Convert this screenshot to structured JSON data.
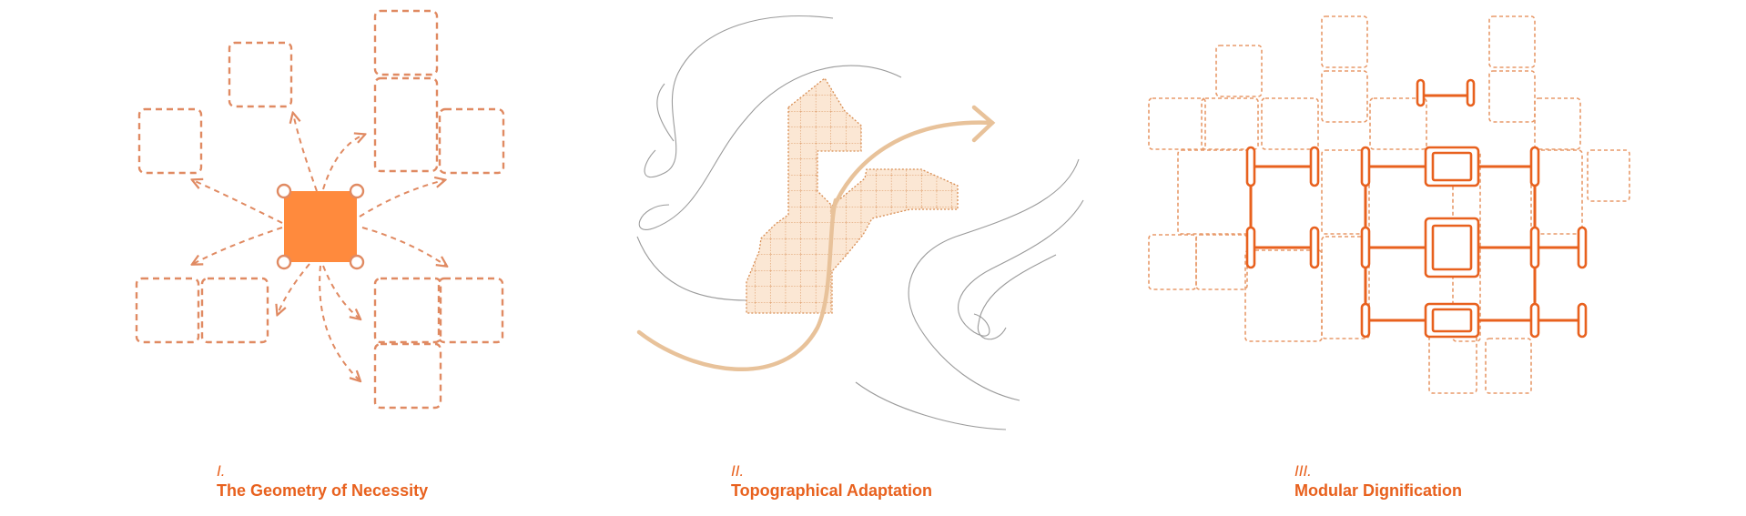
{
  "colors": {
    "accent": "#e8611e",
    "dashed_outline": "#e08a62",
    "central_fill": "#ff8a3d",
    "tan_arrow": "#e8c29a",
    "contour": "#9b9b9b",
    "grid_fill": "#fbe7d4"
  },
  "panels": [
    {
      "numeral": "I.",
      "title": "The Geometry of Necessity"
    },
    {
      "numeral": "II.",
      "title": "Topographical Adaptation"
    },
    {
      "numeral": "III.",
      "title": "Modular Dignification"
    }
  ]
}
